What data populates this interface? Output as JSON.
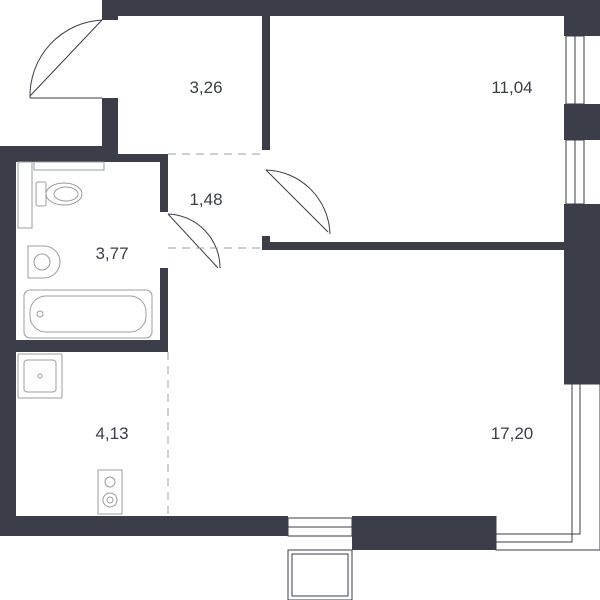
{
  "rooms": [
    {
      "id": "hall",
      "area": "3,26"
    },
    {
      "id": "bedroom",
      "area": "11,04"
    },
    {
      "id": "corridor",
      "area": "1,48"
    },
    {
      "id": "bathroom",
      "area": "3,77"
    },
    {
      "id": "kitchen",
      "area": "4,13"
    },
    {
      "id": "living-room",
      "area": "17,20"
    }
  ],
  "colors": {
    "wall": "#3b3e48",
    "fixture": "#9a9ca3",
    "text": "#3b3e48",
    "background": "#ffffff"
  }
}
